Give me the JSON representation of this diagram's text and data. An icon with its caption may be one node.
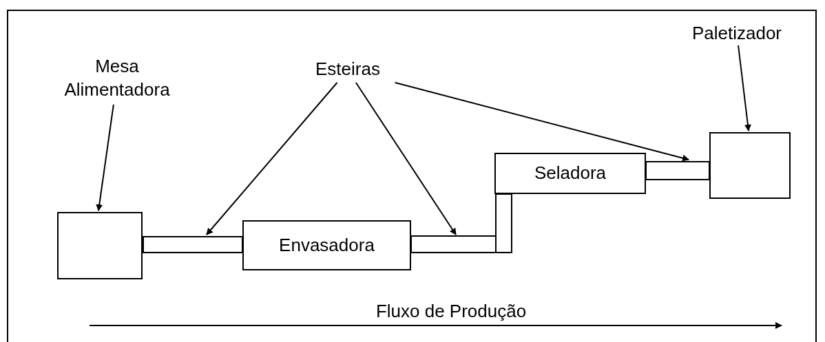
{
  "diagram": {
    "nodes": [
      {
        "text": [
          "Mesa Alimentadora"
        ]
      },
      {
        "text": [
          "Esteiras"
        ]
      },
      {
        "text": [
          "Paletizador"
        ]
      },
      {
        "text": [],
        "shape": "box"
      },
      {
        "text": [],
        "shape": "bar"
      },
      {
        "text": [
          "Envasadora"
        ]
      },
      {
        "text": [],
        "shape": "bar"
      },
      {
        "text": [
          "Seladora"
        ]
      },
      {
        "text": [],
        "shape": "bar"
      },
      {
        "text": [],
        "shape": "box"
      }
    ],
    "edges": [
      {
        "from": 0,
        "to": 3,
        "arrow": "to"
      },
      {
        "from": 1,
        "to": 4,
        "arrow": "to"
      },
      {
        "from": 1,
        "to": 6,
        "arrow": "to"
      },
      {
        "from": 1,
        "to": 8,
        "arrow": "to"
      },
      {
        "from": 2,
        "to": 9,
        "arrow": "to"
      }
    ],
    "labels": [
      "Fluxo de Produção"
    ]
  }
}
